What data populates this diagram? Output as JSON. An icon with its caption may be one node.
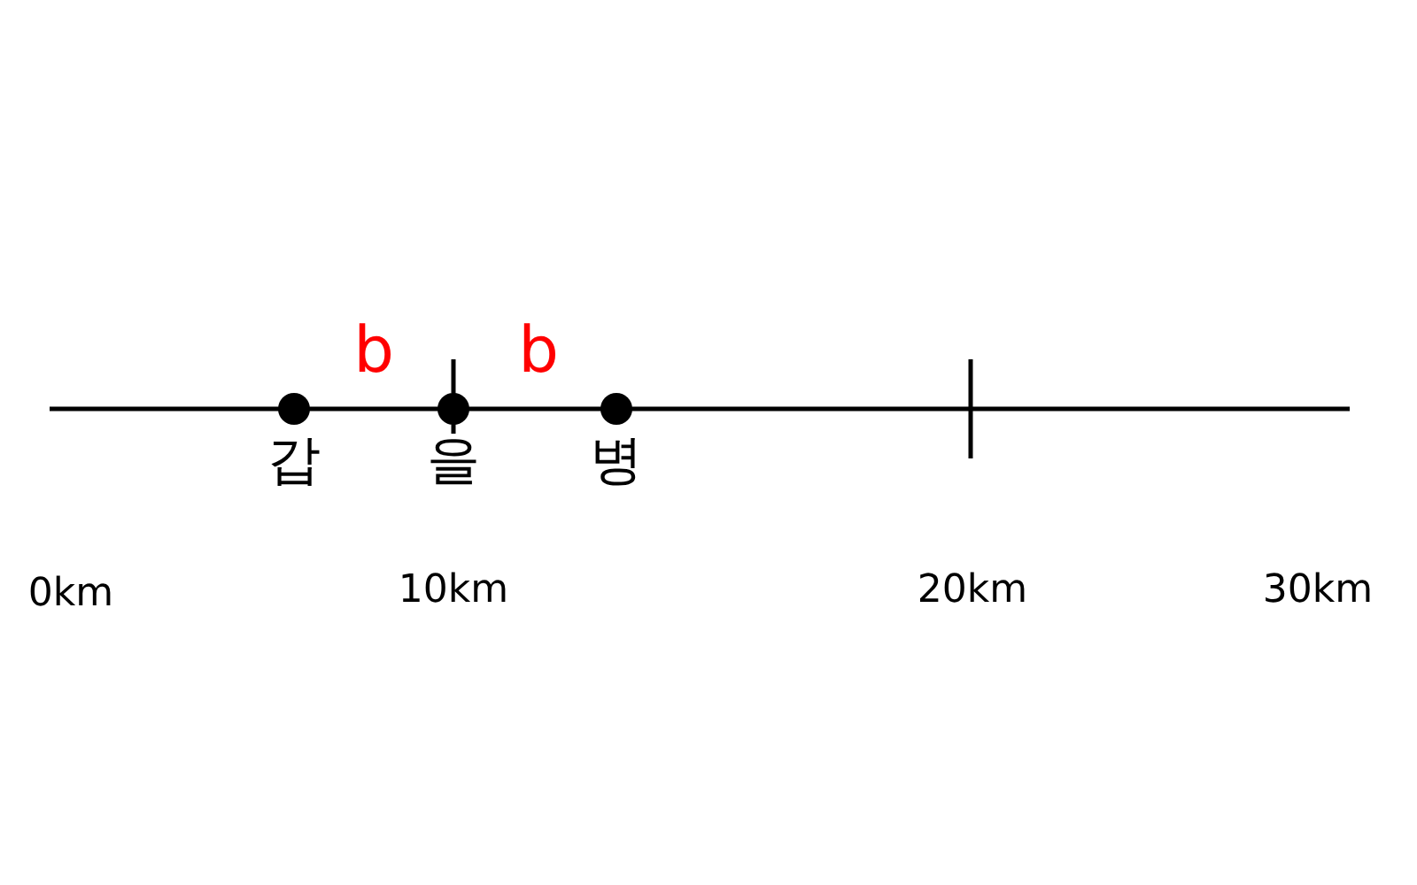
{
  "diagram": {
    "nodes": [
      {
        "text": [
          "갑"
        ]
      },
      {
        "text": [
          "을"
        ]
      },
      {
        "text": [
          "병"
        ]
      }
    ],
    "labels": [
      "b",
      "b",
      "0km",
      "10km",
      "20km",
      "30km"
    ]
  }
}
